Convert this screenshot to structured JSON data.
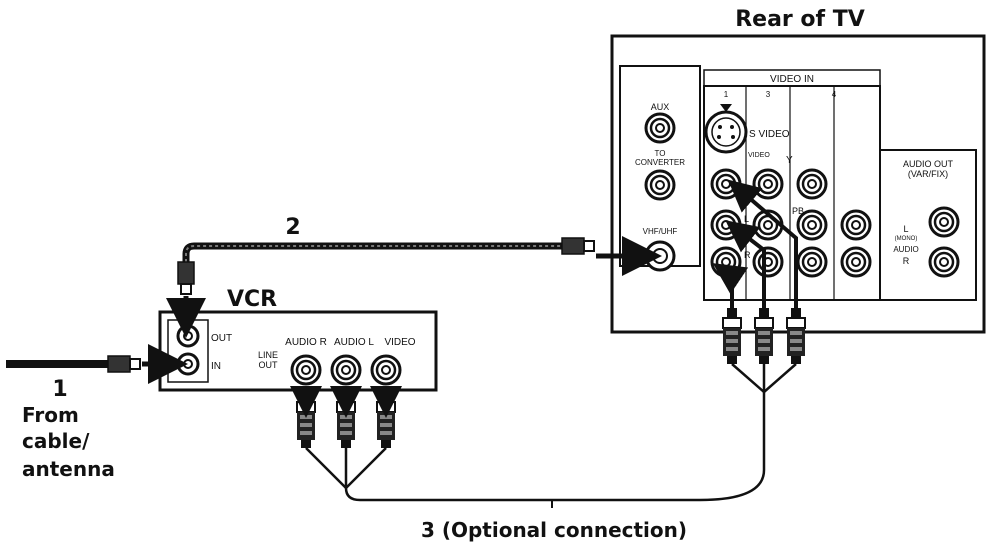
{
  "labels": {
    "rear_of_tv": "Rear of TV",
    "cable_2": "2",
    "vcr": "VCR",
    "cable_1": "1",
    "from_line1": "From",
    "from_line2": "cable/",
    "from_line3": "antenna",
    "optional": "3  (Optional connection)"
  },
  "vcr_panel": {
    "out": "OUT",
    "in": "IN",
    "line_out_1": "LINE",
    "line_out_2": "OUT",
    "audio_r": "AUDIO R",
    "audio_l": "AUDIO L",
    "video": "VIDEO"
  },
  "tv_panel": {
    "aux": "AUX",
    "to_converter_1": "TO",
    "to_converter_2": "CONVERTER",
    "vhf_uhf": "VHF/UHF",
    "video_in": "VIDEO IN",
    "col_1": "1",
    "col_3": "3",
    "col_4": "4",
    "s_video": "S VIDEO",
    "video": "VIDEO",
    "y": "Y",
    "pb": "PB",
    "l": "L",
    "r": "R",
    "l_mono": "L",
    "mono": "(MONO)",
    "audio": "AUDIO",
    "r2": "R",
    "audio_out_1": "AUDIO OUT",
    "audio_out_2": "(VAR/FIX)"
  }
}
